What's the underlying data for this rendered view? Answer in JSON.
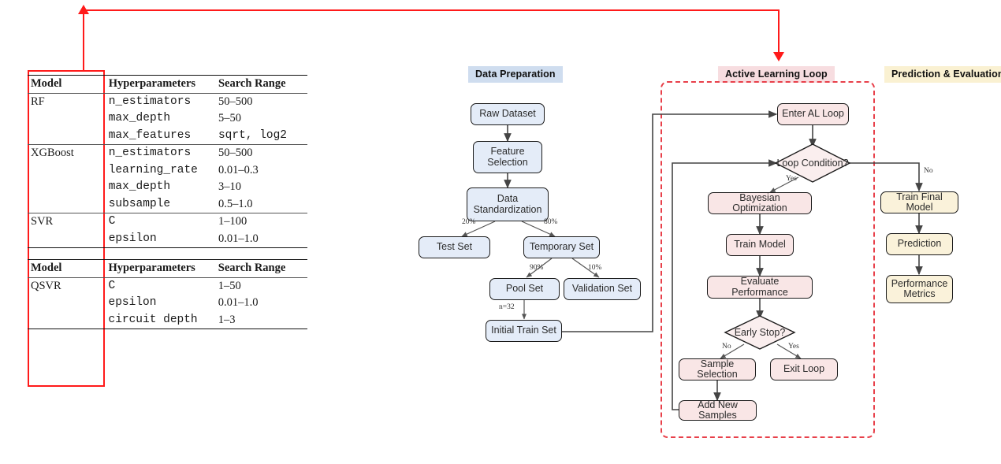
{
  "hyperparameter_tables": [
    {
      "headers": [
        "Model",
        "Hyperparameters",
        "Search Range"
      ],
      "groups": [
        {
          "model": "RF",
          "rows": [
            {
              "param": "n_estimators",
              "range": "50–500"
            },
            {
              "param": "max_depth",
              "range": "5–50"
            },
            {
              "param": "max_features",
              "range": "sqrt, log2"
            }
          ]
        },
        {
          "model": "XGBoost",
          "rows": [
            {
              "param": "n_estimators",
              "range": "50–500"
            },
            {
              "param": "learning_rate",
              "range": "0.01–0.3"
            },
            {
              "param": "max_depth",
              "range": "3–10"
            },
            {
              "param": "subsample",
              "range": "0.5–1.0"
            }
          ]
        },
        {
          "model": "SVR",
          "rows": [
            {
              "param": "C",
              "range": "1–100"
            },
            {
              "param": "epsilon",
              "range": "0.01–1.0"
            }
          ]
        }
      ]
    },
    {
      "headers": [
        "Model",
        "Hyperparameters",
        "Search Range"
      ],
      "groups": [
        {
          "model": "QSVR",
          "rows": [
            {
              "param": "C",
              "range": "1–50"
            },
            {
              "param": "epsilon",
              "range": "0.01–1.0"
            },
            {
              "param": "circuit depth",
              "range": "1–3"
            }
          ]
        }
      ]
    }
  ],
  "highlight": {
    "color": "#ff1a1a",
    "target": "Active Learning Loop"
  },
  "sections": [
    {
      "id": "data-preparation",
      "label": "Data Preparation",
      "color": "#cfddef"
    },
    {
      "id": "active-learning",
      "label": "Active Learning Loop",
      "color": "#f7dde0"
    },
    {
      "id": "prediction-eval",
      "label": "Prediction & Evaluation",
      "color": "#faf1d2"
    }
  ],
  "data_preparation": {
    "nodes": [
      {
        "id": "raw-dataset",
        "label": "Raw Dataset"
      },
      {
        "id": "feature-selection",
        "label": "Feature\nSelection",
        "line1": "Feature",
        "line2": "Selection"
      },
      {
        "id": "data-standardization",
        "label": "Data\nStandardization",
        "line1": "Data",
        "line2": "Standardization"
      },
      {
        "id": "test-set",
        "label": "Test Set"
      },
      {
        "id": "temporary-set",
        "label": "Temporary Set"
      },
      {
        "id": "pool-set",
        "label": "Pool Set"
      },
      {
        "id": "validation-set",
        "label": "Validation Set"
      },
      {
        "id": "initial-train-set",
        "label": "Initial Train Set"
      }
    ],
    "edge_labels": {
      "test_split": "20%",
      "temp_split": "80%",
      "pool_split": "90%",
      "val_split": "10%",
      "initial_n": "n=32"
    }
  },
  "active_learning": {
    "nodes": [
      {
        "id": "enter-al-loop",
        "label": "Enter AL Loop"
      },
      {
        "id": "loop-condition",
        "label": "Loop Condition?"
      },
      {
        "id": "bayesian-optimization",
        "label": "Bayesian Optimization"
      },
      {
        "id": "train-model",
        "label": "Train Model"
      },
      {
        "id": "evaluate-performance",
        "label": "Evaluate Performance"
      },
      {
        "id": "early-stop",
        "label": "Early Stop?"
      },
      {
        "id": "sample-selection",
        "label": "Sample Selection"
      },
      {
        "id": "exit-loop",
        "label": "Exit Loop"
      },
      {
        "id": "add-new-samples",
        "label": "Add New Samples"
      }
    ],
    "edge_labels": {
      "loop_yes": "Yes",
      "loop_no": "No",
      "stop_no": "No",
      "stop_yes": "Yes"
    }
  },
  "prediction_evaluation": {
    "nodes": [
      {
        "id": "train-final-model",
        "label": "Train Final Model"
      },
      {
        "id": "prediction",
        "label": "Prediction"
      },
      {
        "id": "performance-metrics",
        "label": "Performance\nMetrics",
        "line1": "Performance",
        "line2": "Metrics"
      }
    ]
  }
}
